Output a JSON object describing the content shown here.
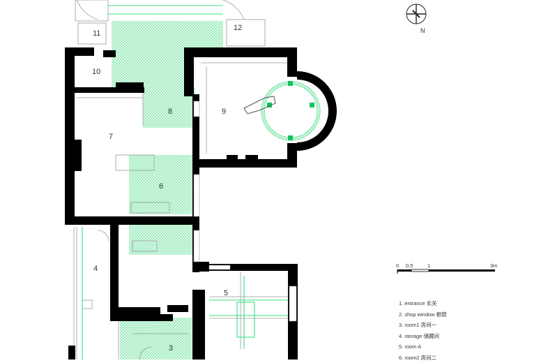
{
  "rooms": [
    {
      "id": "r3",
      "label": "3"
    },
    {
      "id": "r4",
      "label": "4"
    },
    {
      "id": "r5",
      "label": "5"
    },
    {
      "id": "r6",
      "label": "6"
    },
    {
      "id": "r7",
      "label": "7"
    },
    {
      "id": "r8",
      "label": "8"
    },
    {
      "id": "r9",
      "label": "9"
    },
    {
      "id": "r10",
      "label": "10"
    },
    {
      "id": "r11",
      "label": "11"
    },
    {
      "id": "r12",
      "label": "12"
    }
  ],
  "north": {
    "label": "N"
  },
  "scale": {
    "ticks": [
      "0",
      "0.5",
      "1",
      "3m"
    ]
  },
  "legend": {
    "items": [
      "1. entrance 玄关",
      "2. shop window 橱窗",
      "3. room1 房间一",
      "4. storage 储藏间",
      "5. room A",
      "6. room2 房间二"
    ]
  },
  "colors": {
    "wall": "#000000",
    "hatch_green": "#3ddc84",
    "hatch_fill": "#d9f7e6",
    "line": "#9a9a9a"
  }
}
